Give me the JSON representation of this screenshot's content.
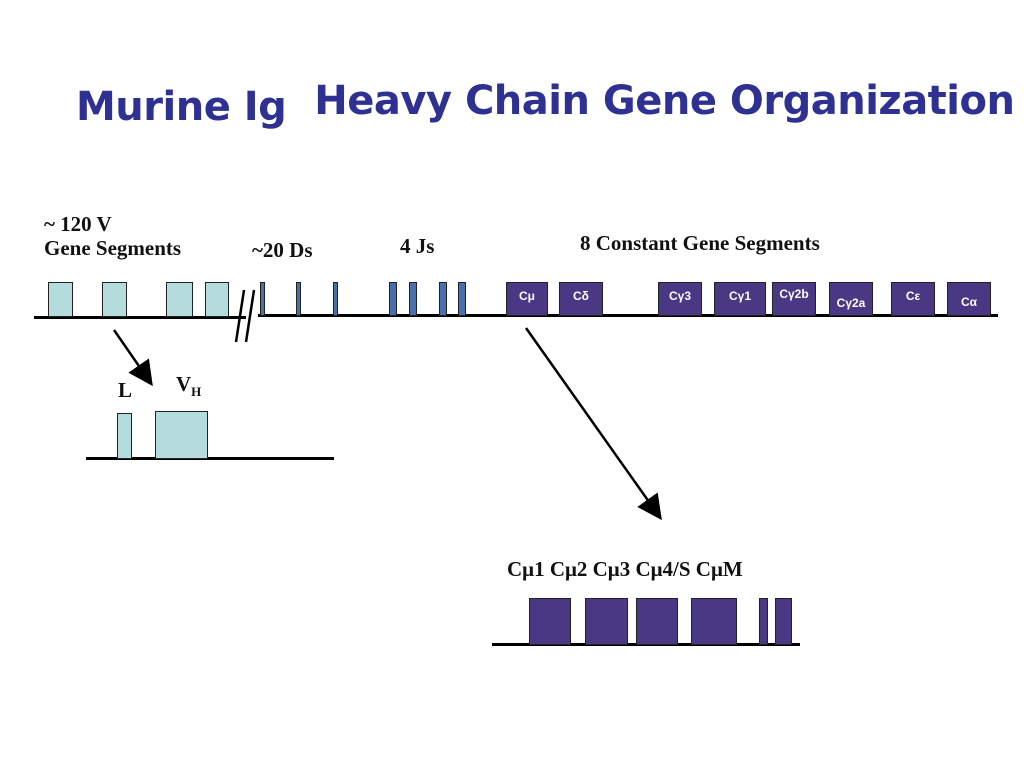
{
  "title": {
    "part1": "Murine Ig",
    "part2": "Heavy Chain Gene Organization"
  },
  "labels": {
    "v_segments_line1": "~ 120 V",
    "v_segments_line2": "Gene Segments",
    "d_segments": "~20 Ds",
    "j_segments": "4 Js",
    "constant_segments": "8 Constant Gene Segments",
    "leader": "L",
    "vh_main": "V",
    "vh_sub": "H",
    "cmu_exons": "Cμ1 Cμ2 Cμ3 Cμ4/S CμM"
  },
  "constant_genes": [
    "Cμ",
    "Cδ",
    "Cγ3",
    "Cγ1",
    "Cγ2b",
    "Cγ2a",
    "Cε",
    "Cα"
  ],
  "colors": {
    "title": "#2e3192",
    "v_segment": "#b5dcdc",
    "dj_segment": "#4a6fae",
    "constant_segment": "#4a3884"
  }
}
